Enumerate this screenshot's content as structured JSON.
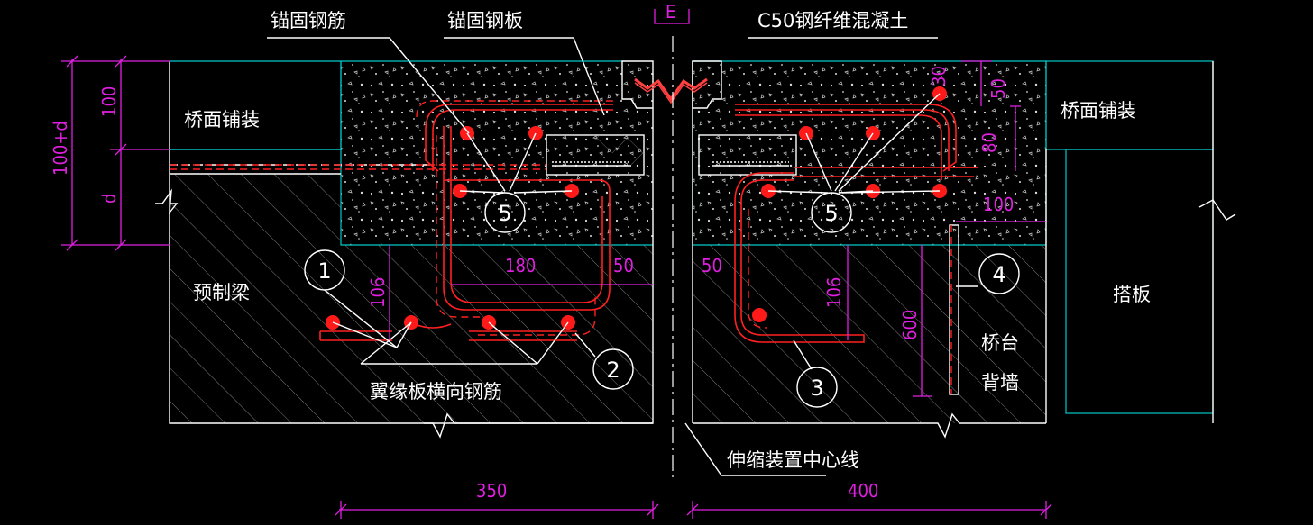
{
  "labels": {
    "anchor_rebar": "锚固钢筋",
    "anchor_plate": "锚固钢板",
    "concrete": "C50钢纤维混凝土",
    "deck_left": "桥面铺装",
    "deck_right": "桥面铺装",
    "precast_beam": "预制梁",
    "approach_slab": "搭板",
    "abutment_1": "桥台",
    "abutment_2": "背墙",
    "flange_rebar": "翼缘板横向钢筋",
    "centerline": "伸缩装置中心线",
    "section_mark": "E"
  },
  "dimensions": {
    "d100": "100",
    "d100d": "100+d",
    "dd": "d",
    "d180": "180",
    "d50a": "50",
    "d50b": "50",
    "d106a": "106",
    "d106b": "106",
    "d30": "30",
    "d50c": "50",
    "d80": "80",
    "d100r": "100",
    "d600": "600",
    "d350": "350",
    "d400": "400"
  },
  "callouts": {
    "c1": "1",
    "c2": "2",
    "c3": "3",
    "c4": "4",
    "c5a": "5",
    "c5b": "5"
  },
  "colors": {
    "background": "#000000",
    "outline": "#ffffff",
    "deck": "#00c8c8",
    "dimension": "#e020e0",
    "rebar": "#ff2020"
  }
}
